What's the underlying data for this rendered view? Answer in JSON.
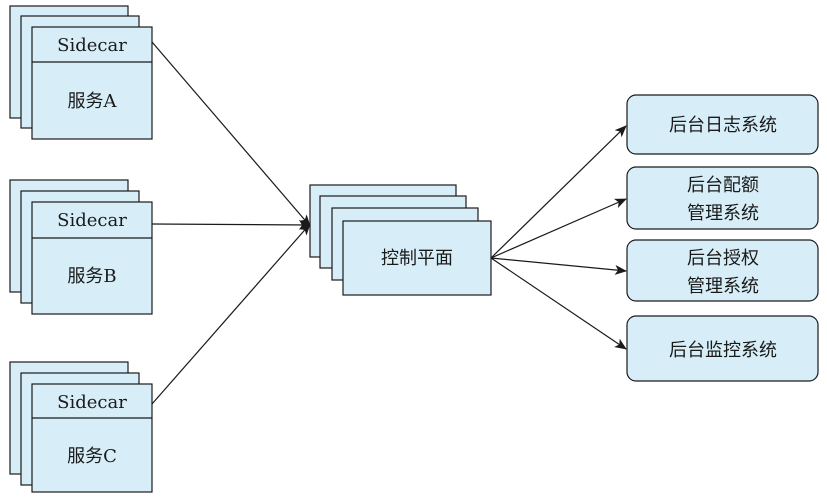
{
  "services": [
    {
      "sidecar": "Sidecar",
      "name": "服务A"
    },
    {
      "sidecar": "Sidecar",
      "name": "服务B"
    },
    {
      "sidecar": "Sidecar",
      "name": "服务C"
    }
  ],
  "control_plane": {
    "label": "控制平面"
  },
  "backends": [
    {
      "lines": [
        "后台日志系统"
      ]
    },
    {
      "lines": [
        "后台配额",
        "管理系统"
      ]
    },
    {
      "lines": [
        "后台授权",
        "管理系统"
      ]
    },
    {
      "lines": [
        "后台监控系统"
      ]
    }
  ],
  "colors": {
    "fill": "#d7eef8",
    "stroke": "#1a1a1a"
  }
}
